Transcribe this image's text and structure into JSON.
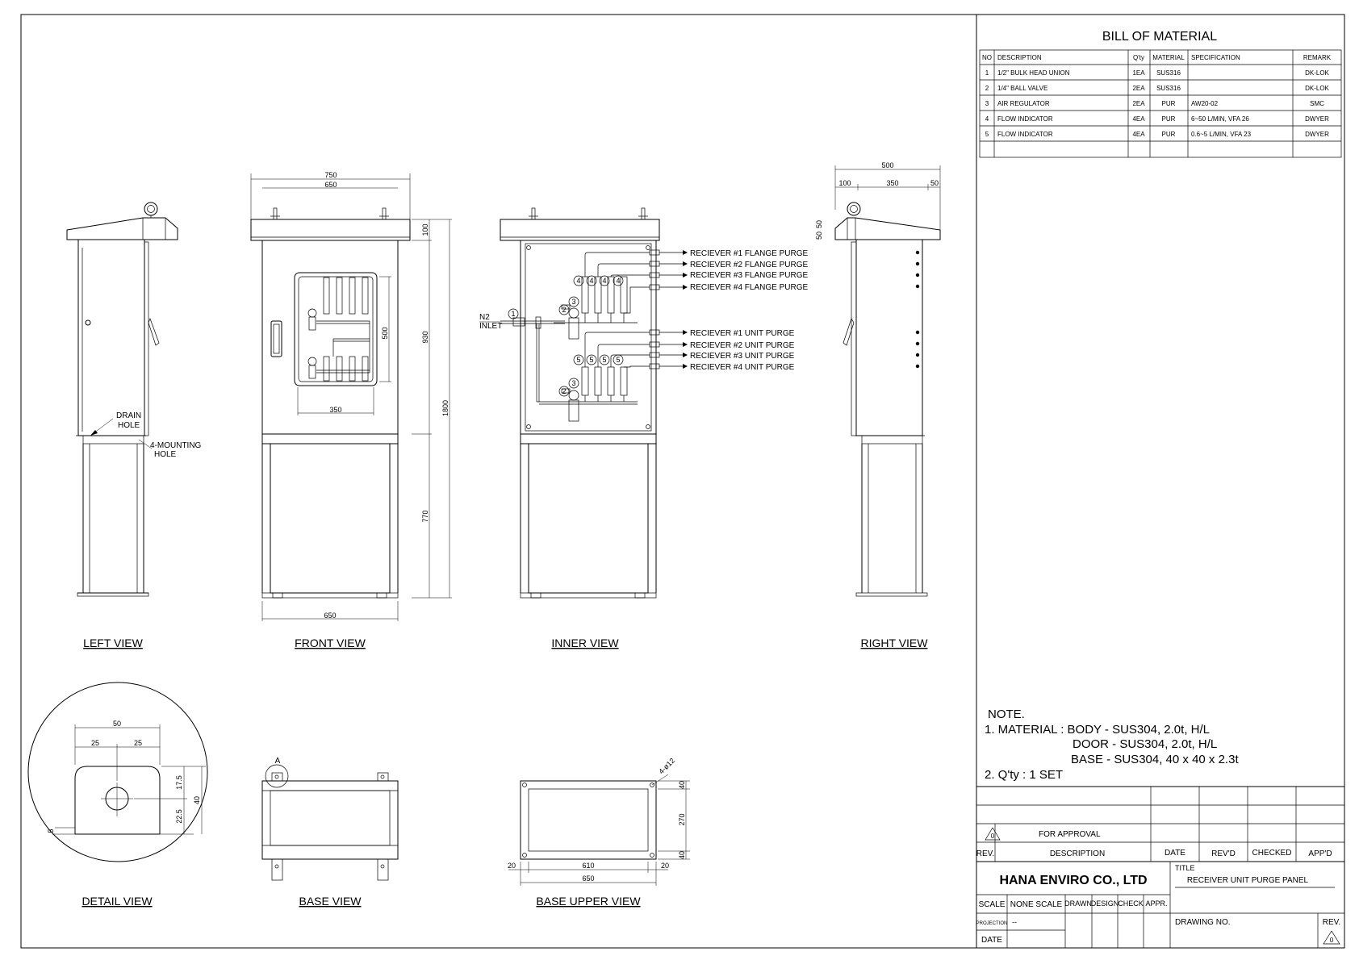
{
  "bom": {
    "title": "BILL OF MATERIAL",
    "headers": [
      "NO",
      "DESCRIPTION",
      "Q'ty",
      "MATERIAL",
      "SPECIFICATION",
      "REMARK"
    ],
    "rows": [
      [
        "1",
        "1/2\" BULK HEAD UNION",
        "1EA",
        "SUS316",
        "",
        "DK-LOK"
      ],
      [
        "2",
        "1/4\" BALL VALVE",
        "2EA",
        "SUS316",
        "",
        "DK-LOK"
      ],
      [
        "3",
        "AIR REGULATOR",
        "2EA",
        "PUR",
        "AW20-02",
        "SMC"
      ],
      [
        "4",
        "FLOW INDICATOR",
        "4EA",
        "PUR",
        "6~50 L/MIN, VFA 26",
        "DWYER"
      ],
      [
        "5",
        "FLOW INDICATOR",
        "4EA",
        "PUR",
        "0.6~5 L/MIN, VFA 23",
        "DWYER"
      ]
    ]
  },
  "views": {
    "left": "LEFT VIEW",
    "front": "FRONT VIEW",
    "inner": "INNER VIEW",
    "right": "RIGHT VIEW",
    "detail": "DETAIL VIEW",
    "base": "BASE VIEW",
    "base_upper": "BASE UPPER VIEW"
  },
  "left_labels": {
    "drain_1": "DRAIN",
    "drain_2": "HOLE",
    "mount_1": "4-MOUNTING",
    "mount_2": "HOLE"
  },
  "front_dims": {
    "w750": "750",
    "w650": "650",
    "h100": "100",
    "h930": "930",
    "h1800": "1800",
    "h770": "770",
    "w500": "500",
    "w350": "350",
    "w650b": "650"
  },
  "right_dims": {
    "w500": "500",
    "w100": "100",
    "w350": "350",
    "w50": "50",
    "h50a": "50",
    "h50b": "50"
  },
  "inner": {
    "inlet_1": "N2",
    "inlet_2": "INLET",
    "outlets": [
      "RECIEVER #1 FLANGE PURGE",
      "RECIEVER #2 FLANGE PURGE",
      "RECIEVER #3 FLANGE PURGE",
      "RECIEVER #4 FLANGE PURGE",
      "RECIEVER #1 UNIT PURGE",
      "RECIEVER #2 UNIT PURGE",
      "RECIEVER #3 UNIT PURGE",
      "RECIEVER #4 UNIT PURGE"
    ],
    "balloons": {
      "b1": "1",
      "b2": "2",
      "b3": "3",
      "b4": "4",
      "b5": "5"
    }
  },
  "detail_dims": {
    "d50": "50",
    "d25a": "25",
    "d25b": "25",
    "d17": "17.5",
    "d22": "22.5",
    "d40": "40",
    "d5": "5"
  },
  "base_view": {
    "marker": "A"
  },
  "base_upper_dims": {
    "hole": "4-ø12",
    "d40a": "40",
    "d270": "270",
    "d40b": "40",
    "d20a": "20",
    "d610": "610",
    "d20b": "20",
    "d650": "650"
  },
  "notes": {
    "heading": "NOTE.",
    "line1": "1. MATERIAL : BODY - SUS304, 2.0t, H/L",
    "line2": "DOOR - SUS304, 2.0t, H/L",
    "line3": "BASE - SUS304, 40 x 40 x 2.3t",
    "line4": "2. Q'ty :  1 SET"
  },
  "title_block": {
    "rev_mark": "0",
    "rev_desc": "FOR APPROVAL",
    "col_rev": "REV.",
    "col_desc": "DESCRIPTION",
    "col_date": "DATE",
    "col_revd": "REV'D",
    "col_checked": "CHECKED",
    "col_appd": "APP'D",
    "company": "HANA ENVIRO CO., LTD",
    "title_label": "TITLE",
    "title_value": "RECEIVER UNIT PURGE PANEL",
    "scale_label": "SCALE",
    "scale_value": "NONE SCALE",
    "drawn": "DRAWN",
    "design": "DESIGN",
    "check": "CHECK",
    "appr": "APPR.",
    "projection_label": "PROJECTION",
    "projection_value": "--",
    "date_label": "DATE",
    "drawing_no_label": "DRAWING NO.",
    "rev_label": "REV.",
    "rev_value": "0"
  }
}
